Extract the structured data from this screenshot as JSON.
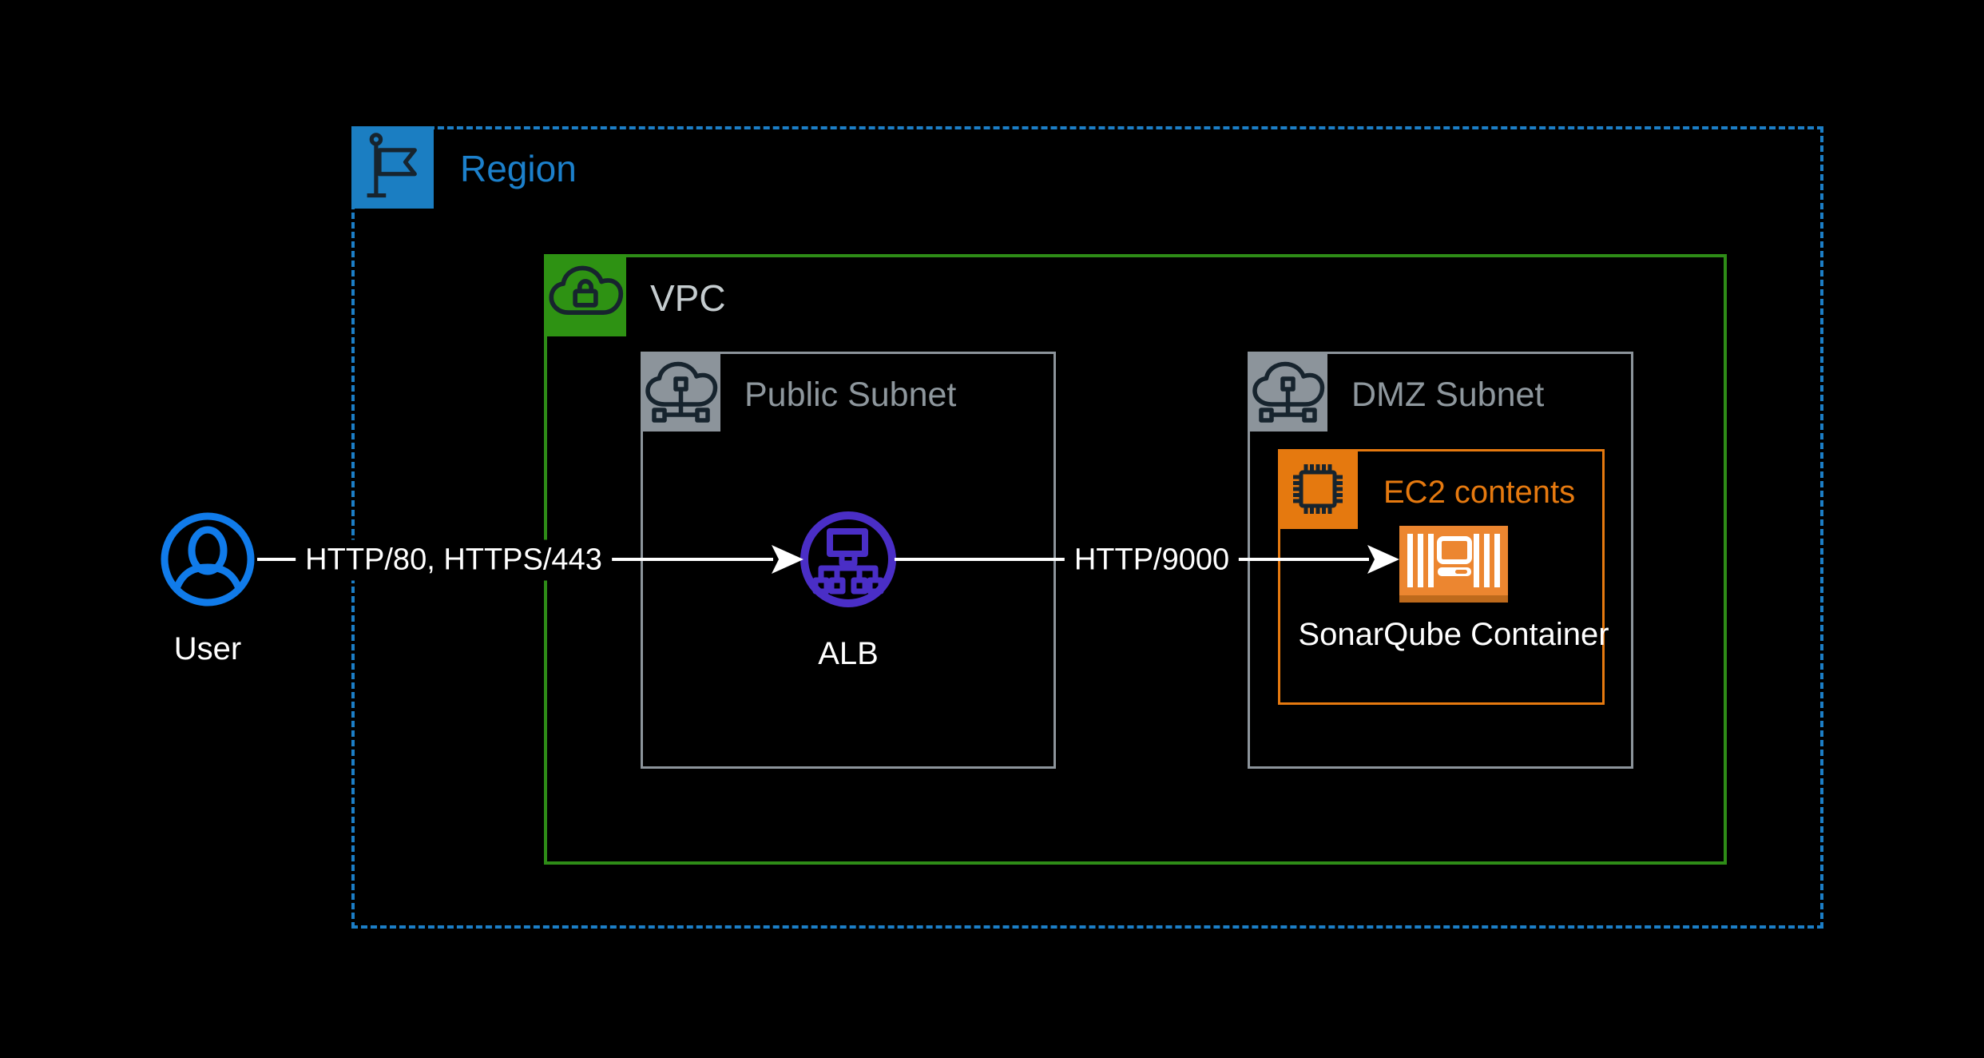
{
  "diagram": {
    "background_color": "#000000",
    "region": {
      "label": "Region",
      "color": "#1C80CB",
      "icon": "flag-icon"
    },
    "vpc": {
      "label": "VPC",
      "border_color": "#2E8C17",
      "label_color": "#C5CCCF",
      "icon": "vpc-cloud-lock-icon"
    },
    "subnets": [
      {
        "label": "Public Subnet",
        "color": "#8C949B",
        "icon": "subnet-cloud-network-icon"
      },
      {
        "label": "DMZ Subnet",
        "color": "#8C949B",
        "icon": "subnet-cloud-network-icon"
      }
    ],
    "ec2_group": {
      "label": "EC2 contents",
      "color": "#E5790F",
      "icon": "chip-icon"
    },
    "nodes": {
      "user": {
        "label": "User",
        "color": "#107BEA",
        "icon": "user-icon"
      },
      "alb": {
        "label": "ALB",
        "color": "#4A2EC6",
        "icon": "load-balancer-icon"
      },
      "sonarqube": {
        "label": "SonarQube Container",
        "color": "#EC8630",
        "icon": "container-icon"
      }
    },
    "arrows": [
      {
        "label": "HTTP/80, HTTPS/443",
        "from": "User",
        "to": "ALB"
      },
      {
        "label": "HTTP/9000",
        "from": "ALB",
        "to": "SonarQube Container"
      }
    ]
  }
}
